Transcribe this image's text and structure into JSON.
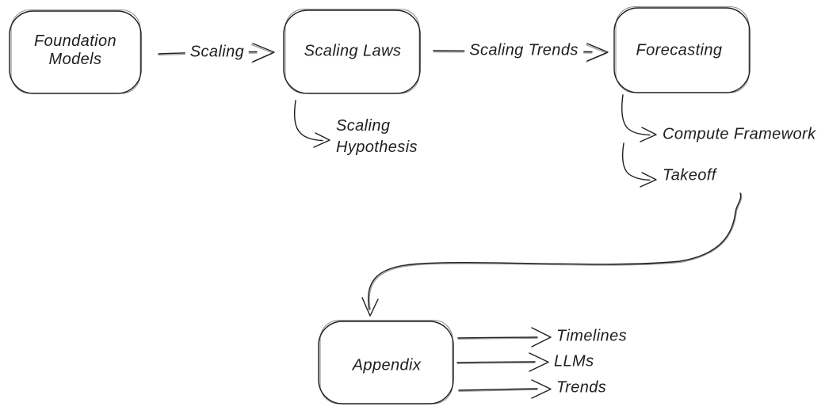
{
  "diagram": {
    "nodes": {
      "foundation_models": {
        "label": "Foundation\nModels"
      },
      "scaling_laws": {
        "label": "Scaling Laws"
      },
      "forecasting": {
        "label": "Forecasting"
      },
      "appendix": {
        "label": "Appendix"
      }
    },
    "edge_labels": {
      "scaling": "Scaling",
      "scaling_trends": "Scaling Trends",
      "scaling_hypothesis": "Scaling\nHypothesis",
      "compute_framework": "Compute Framework",
      "takeoff": "Takeoff",
      "timelines": "Timelines",
      "llms": "LLMs",
      "trends": "Trends"
    },
    "colors": {
      "stroke": "#1e1e1e",
      "background": "#ffffff"
    }
  }
}
